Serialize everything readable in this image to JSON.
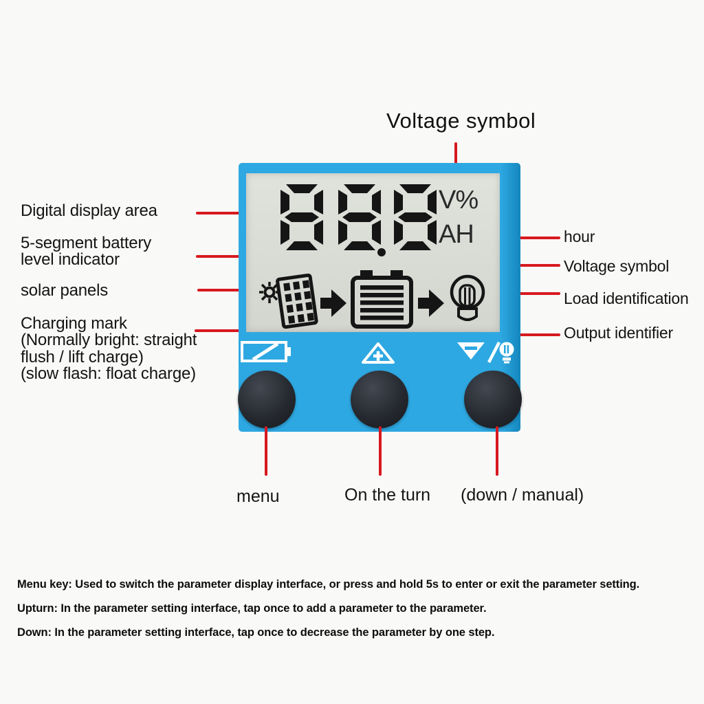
{
  "colors": {
    "device_blue": "#2ea8e2",
    "device_edge_blue": "#1486bd",
    "lcd_gray": "#d8dad4",
    "annotation_red": "#d7191f",
    "segment_black": "#151515",
    "button_dark": "#22262c"
  },
  "display": {
    "value": "88.8",
    "unit_top": "V%",
    "unit_bottom": "AH"
  },
  "icons": {
    "lcd_row": [
      "sun-solar-panel-icon",
      "arrow-right-icon",
      "battery-level-icon",
      "arrow-right-icon",
      "load-bulb-icon"
    ],
    "panel_row": [
      "menu-battery-icon",
      "up-triangle-plus-icon",
      "down-triangle-minus-bulb-icon"
    ]
  },
  "annotations": {
    "top": {
      "label": "Voltage symbol"
    },
    "left": [
      {
        "label": "Digital display area"
      },
      {
        "label": "5-segment battery\nlevel indicator"
      },
      {
        "label": "solar panels"
      },
      {
        "label": "Charging mark\n(Normally bright: straight\nflush / lift charge)\n(slow flash: float charge)"
      }
    ],
    "right": [
      {
        "label": "hour"
      },
      {
        "label": "Voltage symbol"
      },
      {
        "label": "Load identification"
      },
      {
        "label": "Output identifier"
      }
    ],
    "buttons": [
      {
        "label": "menu"
      },
      {
        "label": "On the turn"
      },
      {
        "label": "(down / manual)"
      }
    ]
  },
  "notes": [
    "Menu key: Used to switch the parameter display interface, or press and hold 5s to enter or exit the parameter setting.",
    "Upturn: In the parameter setting interface, tap once to add a parameter to the parameter.",
    "Down: In the parameter setting interface, tap once to decrease the parameter by one step."
  ]
}
